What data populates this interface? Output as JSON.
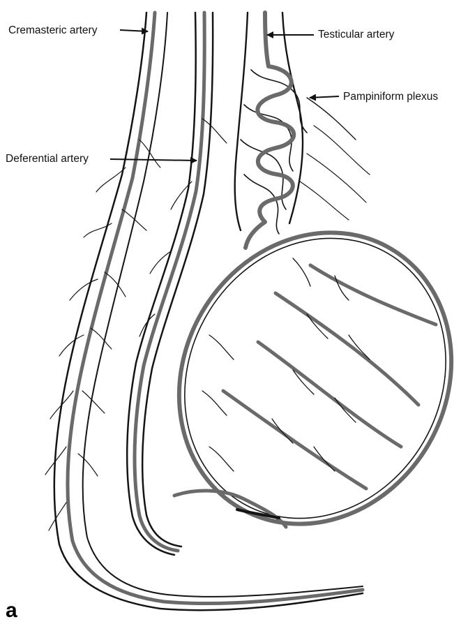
{
  "colors": {
    "vein": "#141414",
    "artery": "#6a6a6a",
    "background": "#ffffff"
  },
  "labels": {
    "cremasteric": "Cremasteric artery",
    "testicular": "Testicular artery",
    "pampiniform": "Pampiniform plexus",
    "deferential": "Deferential artery"
  },
  "panel_letter": "a"
}
